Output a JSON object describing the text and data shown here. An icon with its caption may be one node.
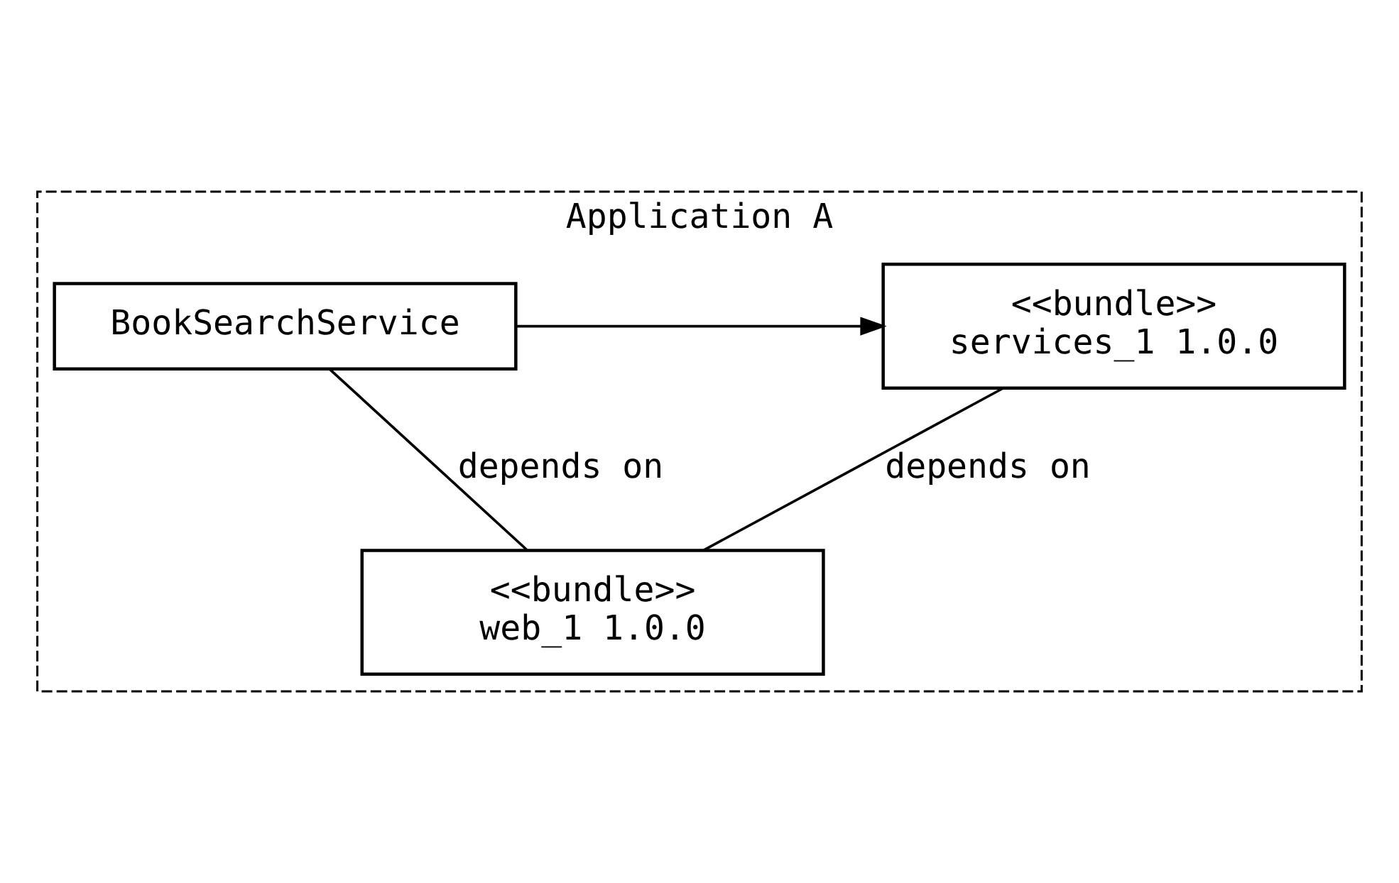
{
  "diagram": {
    "nodes": [
      {
        "text": [
          "Application A"
        ]
      },
      {
        "text": [
          "<<bundle>>",
          "services_1 1.0.0"
        ],
        "in": 0
      },
      {
        "text": [
          "BookSearchService"
        ],
        "in": 0
      },
      {
        "text": [
          "<<bundle>>",
          "web_1 1.0.0"
        ],
        "in": 0
      }
    ],
    "edges": [
      {
        "from": 2,
        "to": 1,
        "arrow": "to"
      },
      {
        "from": 1,
        "to": 3,
        "arrow": "none",
        "label": "depends on"
      },
      {
        "from": 2,
        "to": 3,
        "arrow": "none",
        "label": "depends on"
      }
    ]
  }
}
